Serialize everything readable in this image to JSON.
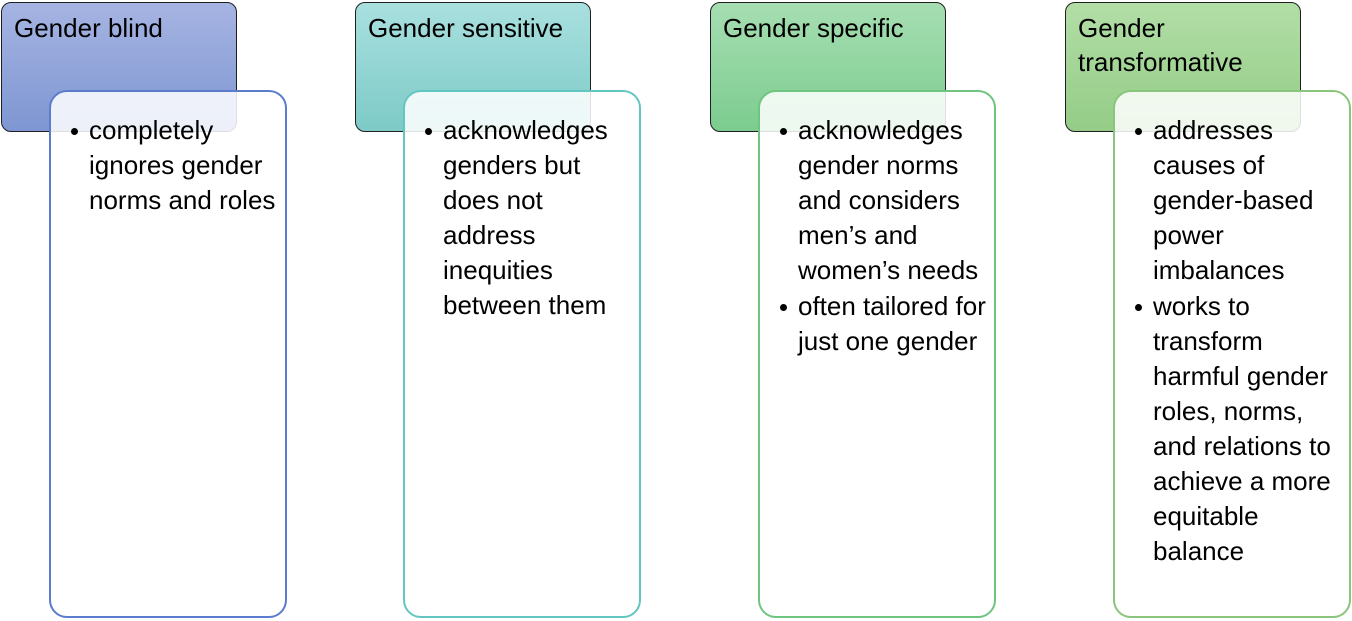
{
  "columns": [
    {
      "title": "Gender blind",
      "header_colors": [
        "#a6b4e2",
        "#7e96d2"
      ],
      "card_border": "#5b7ccc",
      "bullets": [
        "completely ignores gender norms and roles"
      ]
    },
    {
      "title": "Gender sensitive",
      "header_colors": [
        "#a9e0df",
        "#7dcac7"
      ],
      "card_border": "#62c6c1",
      "bullets": [
        "acknowledges genders but does not address inequities between them"
      ]
    },
    {
      "title": "Gender specific",
      "header_colors": [
        "#a6deb2",
        "#7ccc8f"
      ],
      "card_border": "#6fc480",
      "bullets": [
        "acknowledges gender norms and considers men’s and women’s needs",
        "often tailored for just one gender"
      ]
    },
    {
      "title": "Gender transformative",
      "header_colors": [
        "#b2dea6",
        "#94cc87"
      ],
      "card_border": "#89c57a",
      "bullets": [
        "addresses causes of gender-based power imbalances",
        "works to transform harmful gender roles, norms, and relations to achieve a more equitable balance"
      ]
    }
  ]
}
